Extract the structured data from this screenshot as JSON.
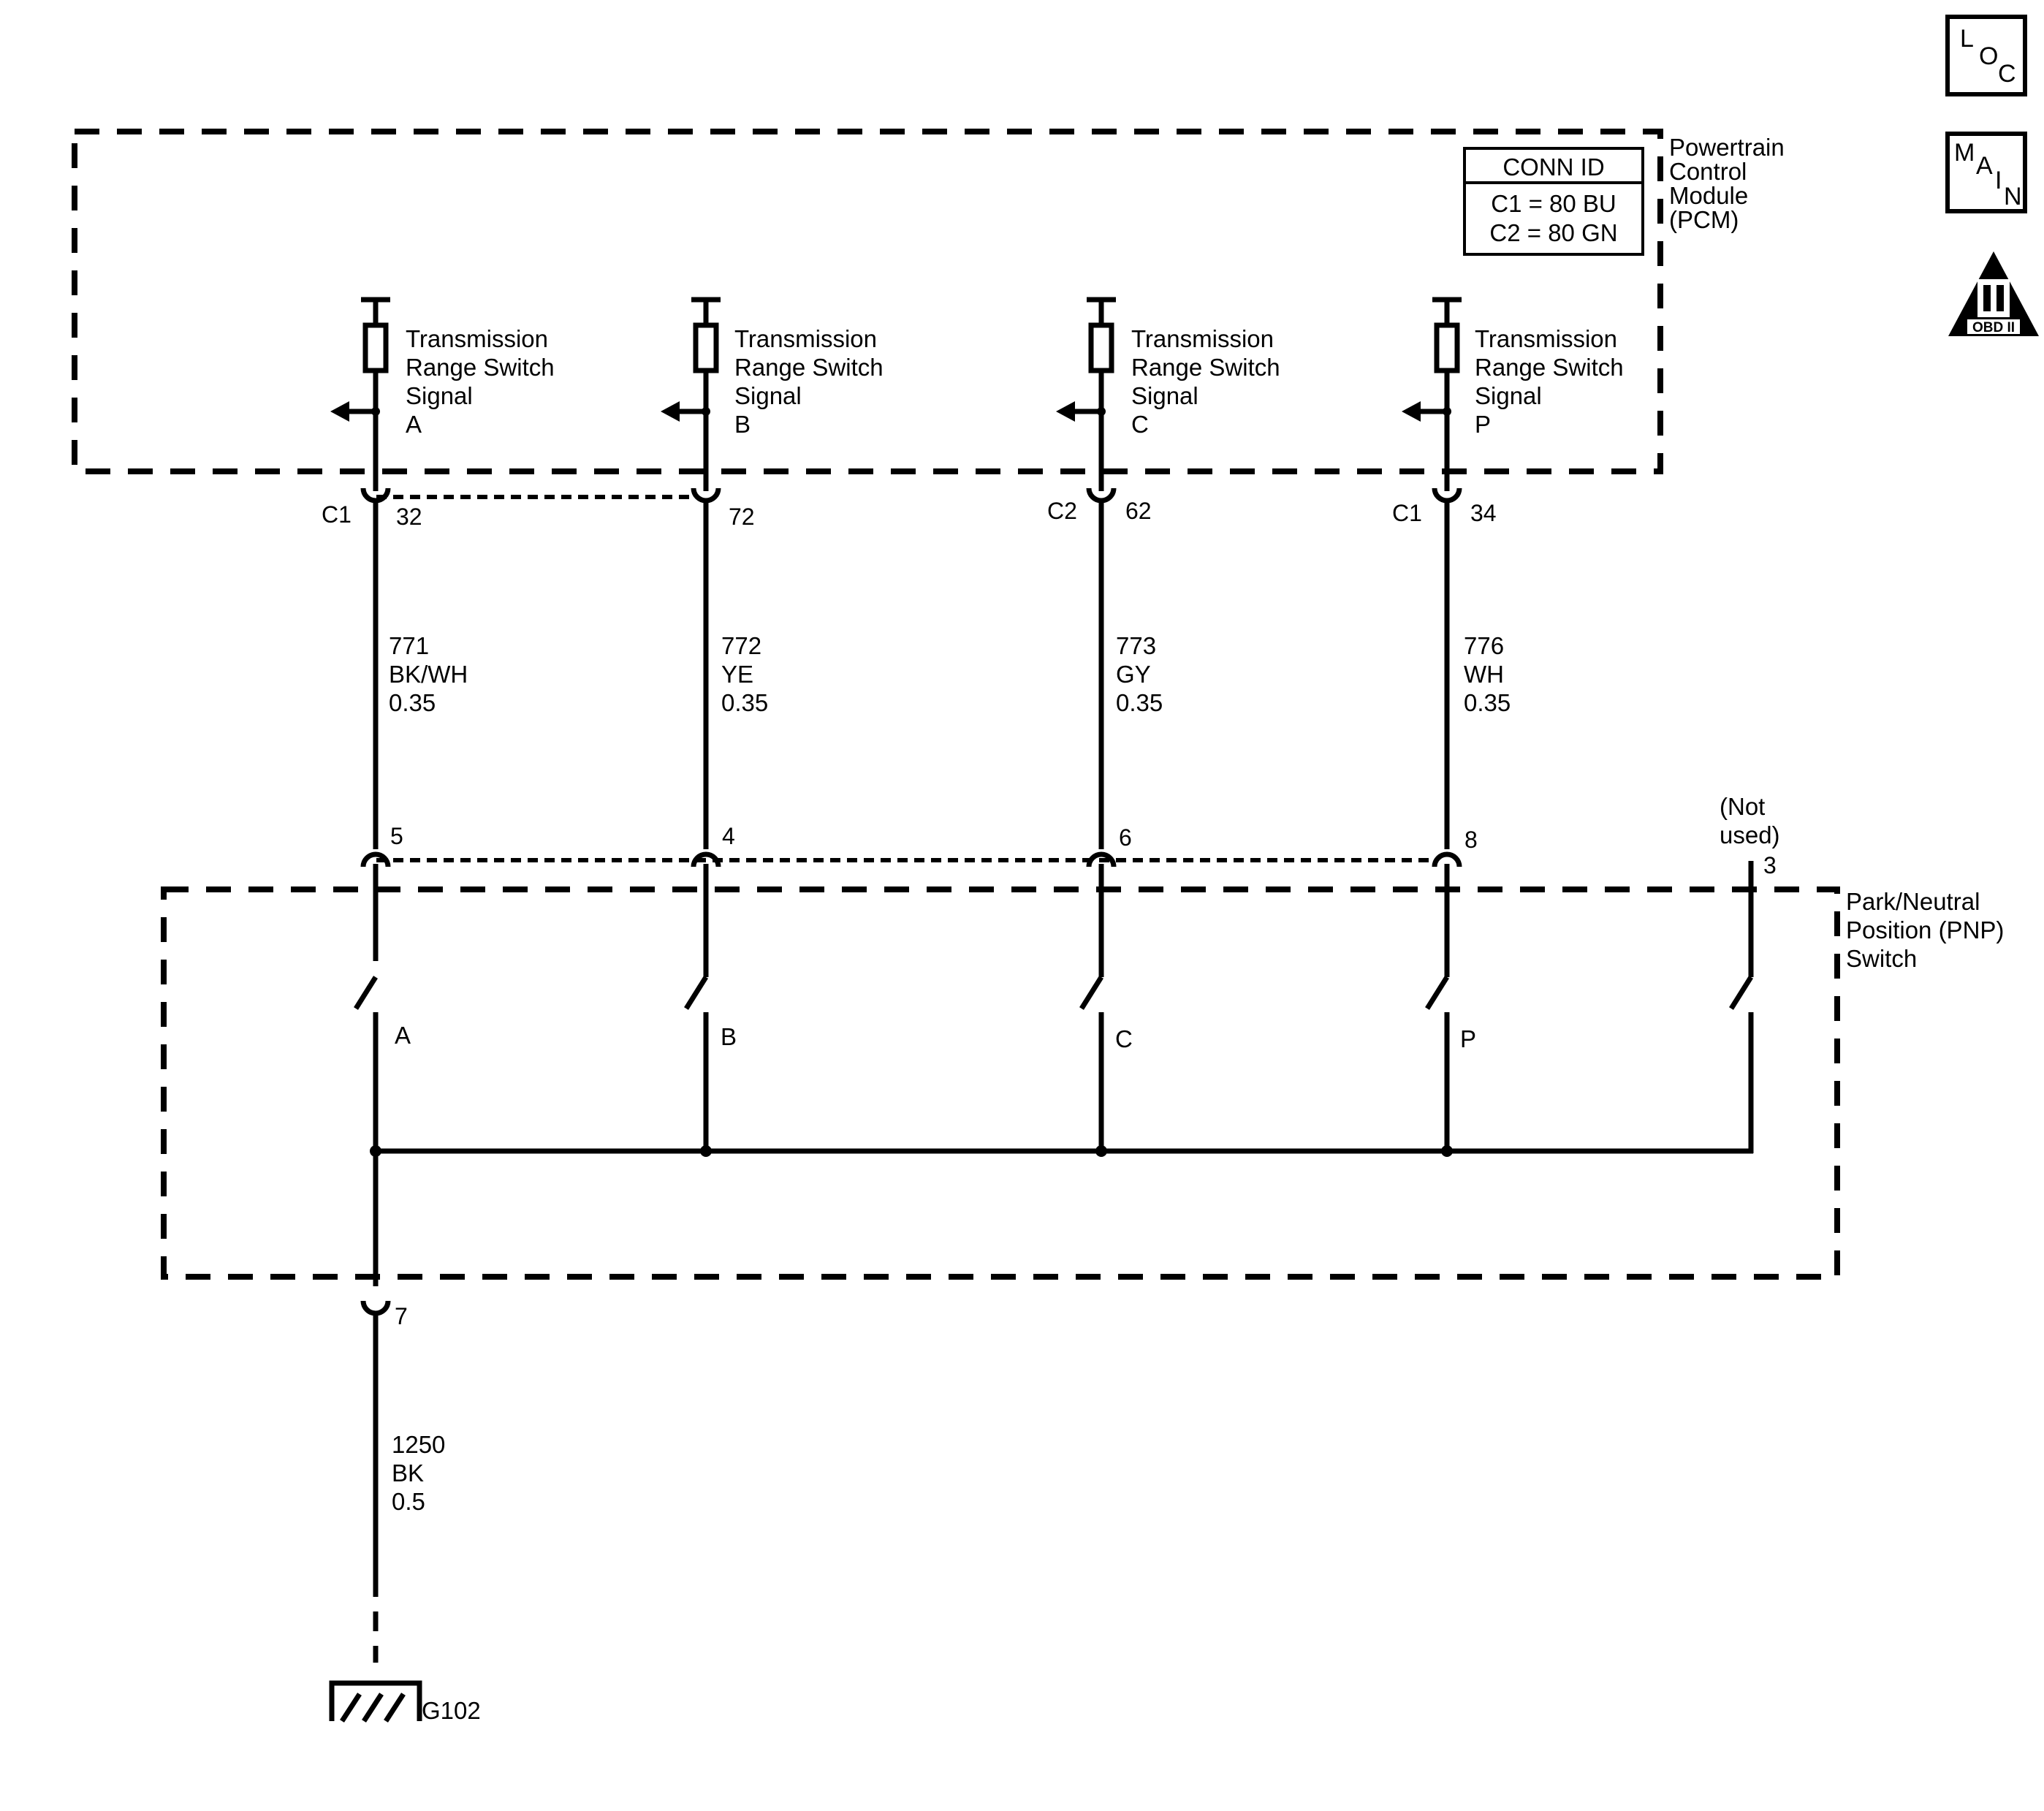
{
  "icons": {
    "loc": [
      "L",
      "O",
      "C"
    ],
    "main": [
      "M",
      "A",
      "I",
      "N"
    ],
    "obd": {
      "roman": "II",
      "label": "OBD II"
    }
  },
  "pcm": {
    "title_lines": [
      "Powertrain",
      "Control",
      "Module",
      "(PCM)"
    ],
    "conn_id": {
      "header": "CONN ID",
      "rows": [
        "C1 = 80 BU",
        "C2 = 80 GN"
      ]
    },
    "signals": [
      {
        "lines": [
          "Transmission",
          "Range Switch",
          "Signal",
          "A"
        ],
        "conn": "C1",
        "pin": "32"
      },
      {
        "lines": [
          "Transmission",
          "Range Switch",
          "Signal",
          "B"
        ],
        "conn": "",
        "pin": "72"
      },
      {
        "lines": [
          "Transmission",
          "Range Switch",
          "Signal",
          "C"
        ],
        "conn": "C2",
        "pin": "62"
      },
      {
        "lines": [
          "Transmission",
          "Range Switch",
          "Signal",
          "P"
        ],
        "conn": "C1",
        "pin": "34"
      }
    ]
  },
  "wires": [
    {
      "circuit": "771",
      "color": "BK/WH",
      "gauge": "0.35"
    },
    {
      "circuit": "772",
      "color": "YE",
      "gauge": "0.35"
    },
    {
      "circuit": "773",
      "color": "GY",
      "gauge": "0.35"
    },
    {
      "circuit": "776",
      "color": "WH",
      "gauge": "0.35"
    }
  ],
  "pnp": {
    "title_lines": [
      "Park/Neutral",
      "Position (PNP)",
      "Switch"
    ],
    "pins": [
      "5",
      "4",
      "6",
      "8"
    ],
    "unused": {
      "lines": [
        "(Not",
        "used)"
      ],
      "pin": "3"
    },
    "contacts": [
      "A",
      "B",
      "C",
      "P"
    ],
    "ground_pin": "7"
  },
  "ground_wire": {
    "circuit": "1250",
    "color": "BK",
    "gauge": "0.5"
  },
  "ground": {
    "label": "G102"
  }
}
